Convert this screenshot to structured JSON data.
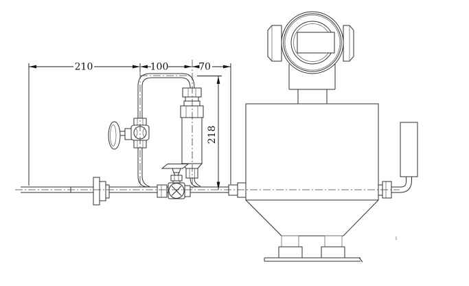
{
  "drawing": {
    "type": "mass-flowmeter-installation-dimension-drawing",
    "dimensions": {
      "width_left": "210",
      "width_mid": "100",
      "width_right": "70",
      "height": "218"
    },
    "colors": {
      "background": "#ffffff",
      "line": "#2e2e2e",
      "dimension": "#141414",
      "centerline": "#3c3c3c"
    }
  }
}
